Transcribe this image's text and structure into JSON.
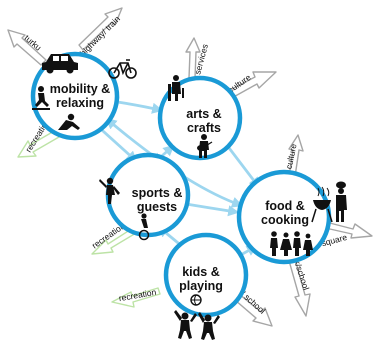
{
  "colors": {
    "hub_ring": "#1a9ad6",
    "link": "#9dd6ef",
    "arrow_grey": "#a6a6a6",
    "arrow_green": "#bde3a6"
  },
  "hubs": {
    "mobility": {
      "line1": "mobility &",
      "line2": "relaxing",
      "icons": [
        "car-icon",
        "bicycle-icon",
        "skateboarder-icon",
        "reclining-person-icon"
      ]
    },
    "arts": {
      "line1": "arts &",
      "line2": "crafts",
      "icons": [
        "sculptor-icon",
        "guitarist-icon"
      ]
    },
    "sports": {
      "line1": "sports &",
      "line2": "guests",
      "icons": [
        "athlete-icon",
        "cyclist-icon"
      ]
    },
    "food": {
      "line1": "food &",
      "line2": "cooking",
      "icons": [
        "chef-icon",
        "grill-icon",
        "family-icon"
      ]
    },
    "kids": {
      "line1": "kids &",
      "line2": "playing",
      "icons": [
        "ball-icon",
        "jumping-children-icon"
      ]
    }
  },
  "spokes": {
    "turku": "turku",
    "highway_train": "highway/ train",
    "recreation_mobility": "recreation",
    "services": "services",
    "culture_arts": "culture",
    "culture_food": "culture",
    "square": "square",
    "park_school_food": "park/school",
    "recreation_sports": "recreation",
    "recreation_kids": "recreation",
    "park_school_kids": "park/ school"
  }
}
